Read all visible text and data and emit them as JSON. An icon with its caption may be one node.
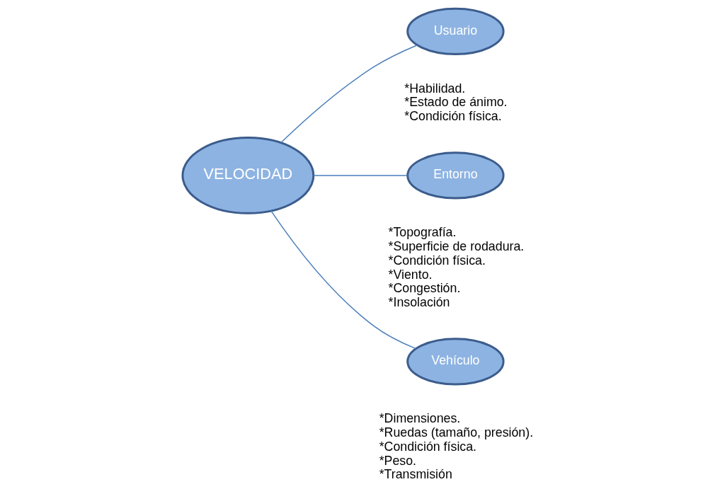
{
  "diagram": {
    "nodes": [
      {
        "text": [
          "VELOCIDAD"
        ]
      },
      {
        "text": [
          "Usuario"
        ],
        "beside": [
          "*Habilidad.",
          "*Estado de ánimo.",
          "*Condición física."
        ]
      },
      {
        "text": [
          "Entorno"
        ],
        "beside": [
          "*Topografía.",
          "*Superficie de rodadura.",
          "*Condición física.",
          "*Viento.",
          "*Congestión.",
          "*Insolación"
        ]
      },
      {
        "text": [
          "Vehículo"
        ],
        "beside": [
          "*Dimensiones.",
          "*Ruedas (tamaño, presión).",
          "*Condición física.",
          "*Peso.",
          "*Transmisión"
        ]
      }
    ],
    "edges": [
      {
        "from": 0,
        "to": 1,
        "arrow": "none"
      },
      {
        "from": 0,
        "to": 2,
        "arrow": "none"
      },
      {
        "from": 0,
        "to": 3,
        "arrow": "none"
      }
    ]
  }
}
